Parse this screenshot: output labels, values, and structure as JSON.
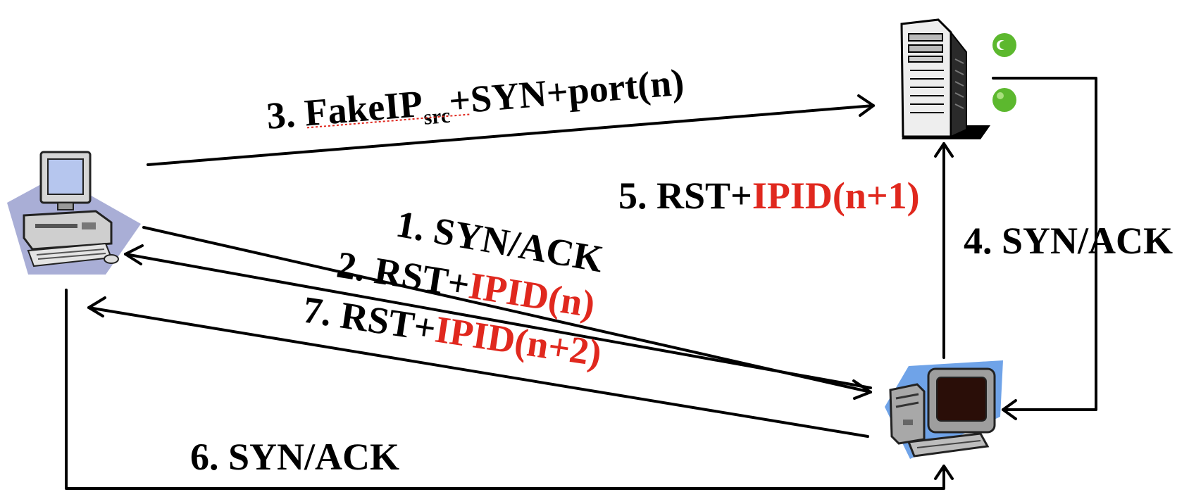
{
  "labels": {
    "step1": "1. SYN/ACK",
    "step2_prefix": "2. RST+",
    "step2_ipid": "IPID(n)",
    "step3_prefix": "3. FakeIP",
    "step3_sub": "src",
    "step3_suffix": "+SYN+port(n)",
    "step4": "4. SYN/ACK",
    "step5_prefix": "5. RST+",
    "step5_ipid": "IPID(n+1)",
    "step6": "6. SYN/ACK",
    "step7_prefix": "7. RST+",
    "step7_ipid": "IPID(n+2)"
  },
  "colors": {
    "ipid_highlight": "#e0281e",
    "arrow": "#000000",
    "server_led": "#5cb82e"
  },
  "icons": {
    "attacker": "desktop-computer-icon",
    "target_server": "server-tower-icon",
    "zombie": "desktop-computer-icon"
  }
}
